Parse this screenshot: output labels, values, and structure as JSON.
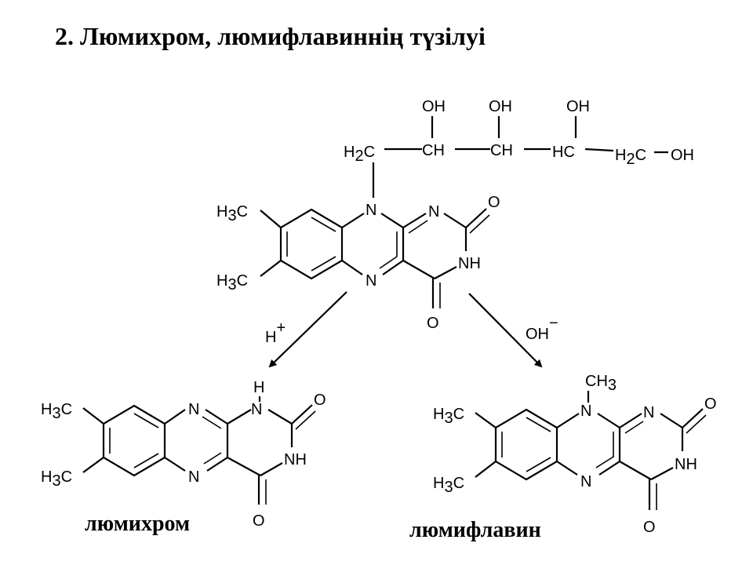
{
  "slide": {
    "title": "2. Люмихром, люмифлавиннің түзілуі",
    "captions": {
      "lumichrome": "люмихром",
      "lumiflavin": "люмифлавин"
    }
  },
  "reaction": {
    "acid_condition": "H+",
    "base_condition": "OH−"
  },
  "atoms": {
    "OH": "OH",
    "CH": "CH",
    "HC": "HC",
    "H2C": "H2C",
    "H3C": "H3C",
    "CH3": "CH3",
    "N": "N",
    "NH": "NH",
    "O": "O",
    "H": "H"
  },
  "colors": {
    "ink": "#000000",
    "background": "#ffffff"
  }
}
